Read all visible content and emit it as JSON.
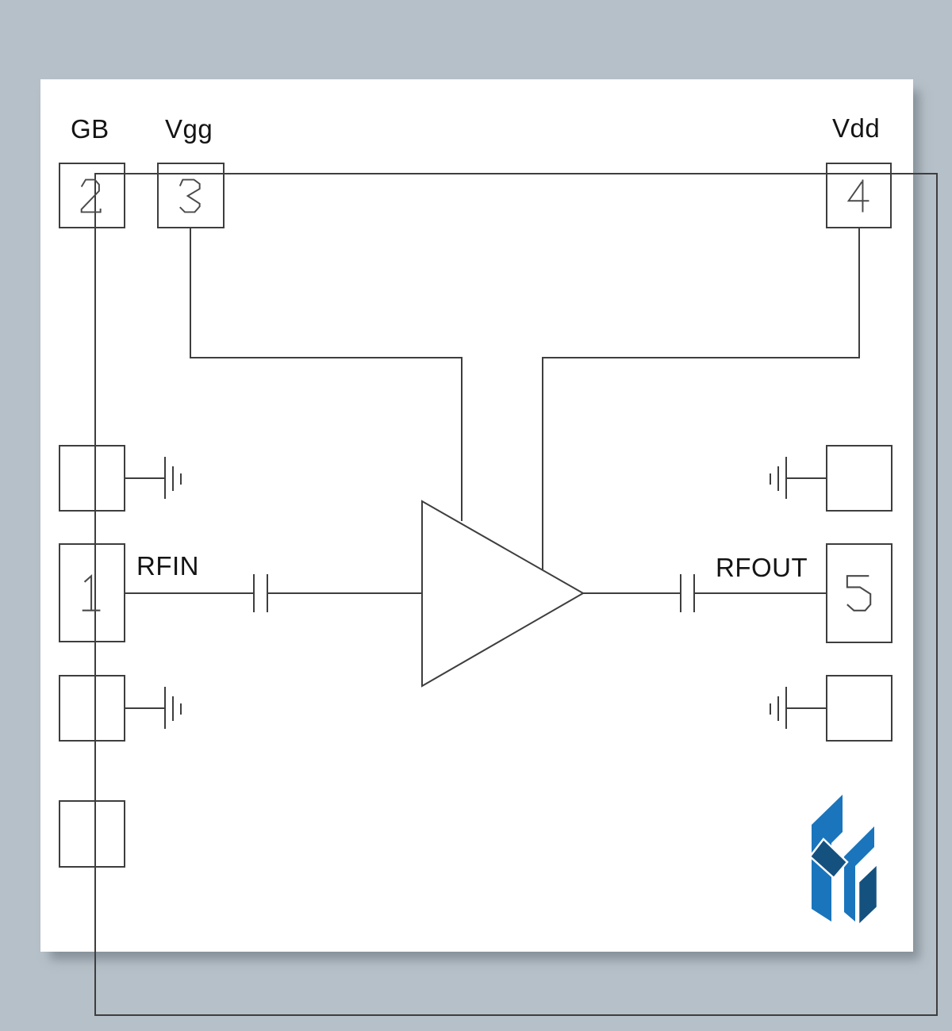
{
  "diagram": {
    "type": "rf-amplifier-functional-block-diagram",
    "labels": {
      "gb": "GB",
      "vgg": "Vgg",
      "vdd": "Vdd",
      "rfin": "RFIN",
      "rfout": "RFOUT"
    },
    "pins": [
      {
        "number": "1",
        "signal": "RFIN"
      },
      {
        "number": "2",
        "signal": "GB"
      },
      {
        "number": "3",
        "signal": "Vgg"
      },
      {
        "number": "4",
        "signal": "Vdd"
      },
      {
        "number": "5",
        "signal": "RFOUT"
      }
    ],
    "colors": {
      "background": "#b6c0c8",
      "card": "#ffffff",
      "line": "#3e3e3e",
      "digit": "#4a4a4a",
      "label": "#141414",
      "logo_light": "#1a75bc",
      "logo_dark": "#15517f"
    }
  }
}
